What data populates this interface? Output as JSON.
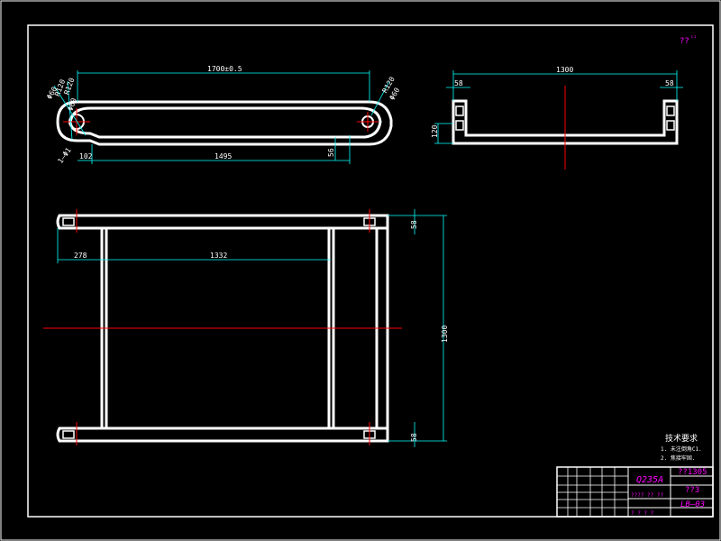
{
  "corner_mark": "??",
  "corner_mark_sup": "¹²",
  "top_view": {
    "overall_length": "1700±0.5",
    "inner_length": "1495",
    "left_offset": "102",
    "right_height": "56",
    "r_left_top": "R120",
    "r_left_mid": "R120",
    "dia_left_a": "Φ60",
    "dia_left_b": "Φ60",
    "hole_note": "1—Φ1",
    "r_right": "R120",
    "dia_right": "Φ60"
  },
  "side_view": {
    "width": "1300",
    "left_flange": "58",
    "right_flange": "58",
    "height": "120"
  },
  "plan_view": {
    "top_flange": "58",
    "bottom_flange": "58",
    "total_width": "1300",
    "left_offset": "278",
    "inner_span": "1332"
  },
  "tech_requirements": {
    "title": "技术要求",
    "line1": "1. 未注倒角C1.",
    "line2": "2. 焦接牢固."
  },
  "title_block": {
    "material": "Q235A",
    "part_name": "??1305",
    "scale_label": "??3",
    "drawing_no": "LB—03",
    "small_cells": "????  ??  ??",
    "small_bottom": "?  ?  ?  ?"
  }
}
